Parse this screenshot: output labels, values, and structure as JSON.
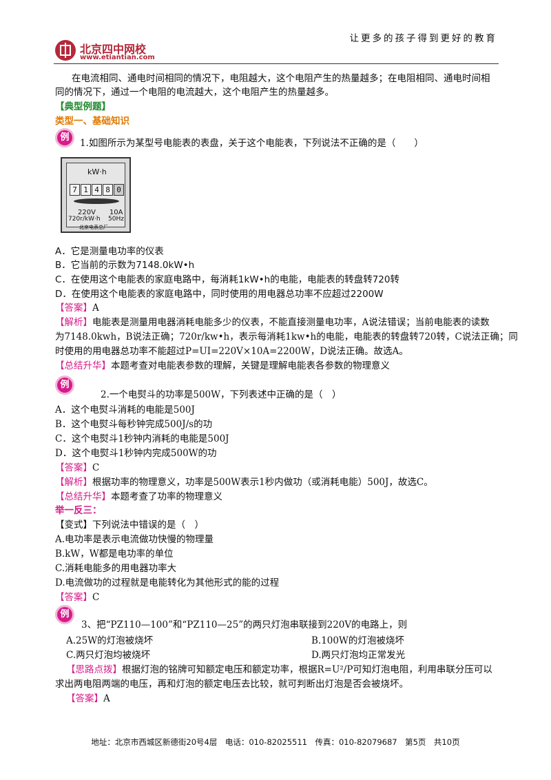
{
  "header": {
    "logo_text": "北京四中网校",
    "logo_url": "www.etiantian.com",
    "slogan": "让更多的孩子得到更好的教育"
  },
  "intro": {
    "line1": "在电流相同、通电时间相同的情况下，电阻越大，这个电阻产生的热量越多；在电阻相同、通电时间相",
    "line2": "同的情况下，通过一个电阻的电流越大，这个电阻产生的热量越多。"
  },
  "section_title": "【典型例题】",
  "type1_title": "类型一、基础知识",
  "example_badge": "例",
  "q1": {
    "stem": "1.如图所示为某型号电能表的表盘，关于这个电能表，下列说法不正确的是（　　）",
    "meter": {
      "unit": "kW·h",
      "digits": [
        "7",
        "1",
        "4",
        "8",
        "0"
      ],
      "rating": "220V　　10A",
      "spec_left": "720r/kW·h",
      "spec_right": "50Hz",
      "maker": "北京电表总厂"
    },
    "options": [
      "A．它是测量电功率的仪表",
      "B．它当前的示数为7148.0kW•h",
      "C．在使用这个电能表的家庭电路中，每消耗1kW•h的电能，电能表的转盘转720转",
      "D．在使用这个电能表的家庭电路中，同时使用的用电器总功率不应超过2200W"
    ],
    "answer_tag": "【答案】",
    "answer": "A",
    "analysis_tag": "【解析】",
    "analysis_lines": [
      "电能表是测量用电器消耗电能多少的仪表，不能直接测量电功率，A说法错误；当前电能表的读数",
      "为7148.0kwh，B说法正确；720r/kw•h，表示每消耗1kw•h的电能，电能表的转盘转720转，C说法正确；同",
      "时使用的用电器总功率不能超过P=UI=220V×10A=2200W，D说法正确。故选A。"
    ],
    "summary_tag": "【总结升华】",
    "summary": "本题考查对电能表参数的理解，关键是理解电能表各参数的物理意义"
  },
  "q2": {
    "stem": "2.一个电熨斗的功率是500W，下列表述中正确的是（　）",
    "options": [
      "A．这个电熨斗消耗的电能是500J",
      "B．这个电熨斗每秒钟完成500J/s的功",
      "C．这个电熨斗1秒钟内消耗的电能是500J",
      "D．这个电熨斗1秒钟内完成500W的功"
    ],
    "answer_tag": "【答案】",
    "answer": "C",
    "analysis_tag": "【解析】",
    "analysis": "根据功率的物理意义，功率是500W表示1秒内做功（或消耗电能）500J，故选C。",
    "summary_tag": "【总结升华】",
    "summary": "本题考查了功率的物理意义"
  },
  "practice": {
    "title": "举一反三：",
    "variant_tag": "【变式】",
    "variant_stem": "下列说法中错误的是（　）",
    "options": [
      "A.电功率是表示电流做功快慢的物理量",
      "B.kW，W都是电功率的单位",
      "C.消耗电能多的用电器功率大",
      "D.电流做功的过程就是电能转化为其他形式的能的过程"
    ],
    "answer_tag": "【答案】",
    "answer": "C"
  },
  "q3": {
    "stem": "3、把“PZ110—100”和“PZ110—25”的两只灯泡串联接到220V的电路上，则",
    "options": [
      "A.25W的灯泡被烧坏",
      "B.100W的灯泡被烧坏",
      "C.两只灯泡均被烧坏",
      "D.两只灯泡均正常发光"
    ],
    "hint_tag": "【思路点拨】",
    "hint_line1": "根据灯泡的铭牌可知额定电压和额定功率，根据R=U²/P可知灯泡电阻，利用串联分压可以",
    "hint_line2": "求出两电阻两端的电压，再和灯泡的额定电压去比较，就可判断出灯泡是否会被烧坏。",
    "answer_tag": "【答案】",
    "answer": "A"
  },
  "footer": {
    "address": "地址：北京市西城区新德街20号4层　电话：010-82025511　传真：010-82079687　第5页　共10页"
  }
}
